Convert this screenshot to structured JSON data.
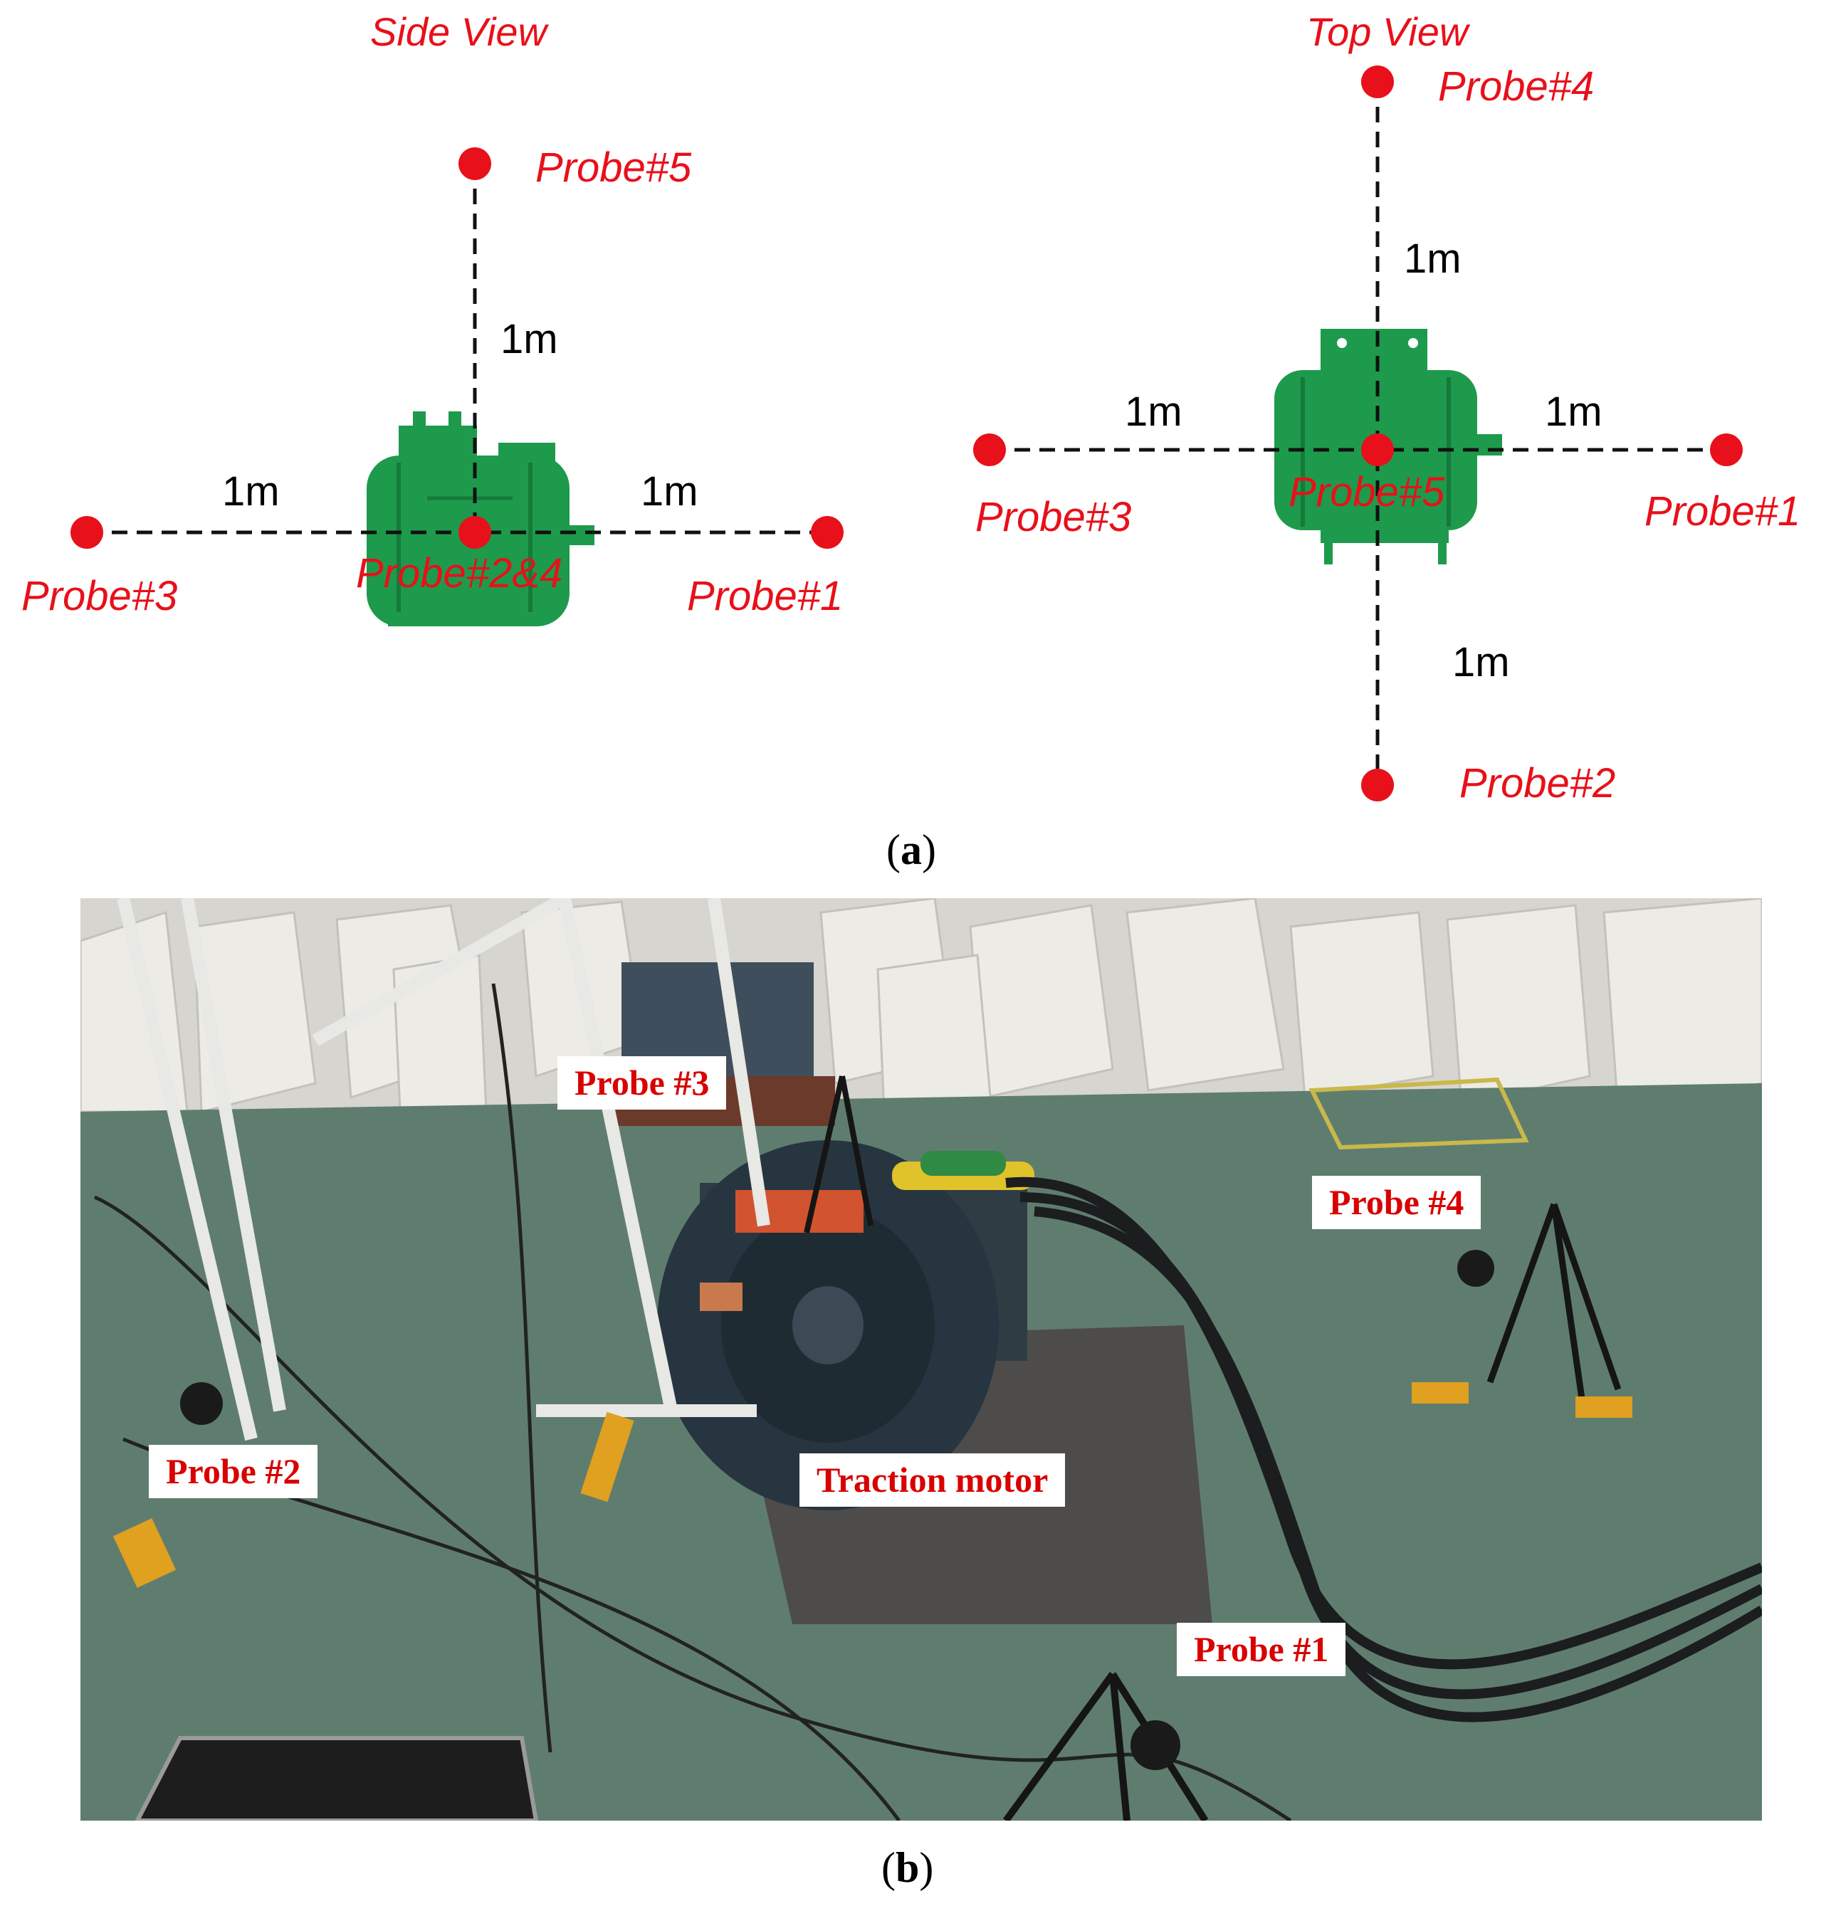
{
  "panel_a": {
    "side_view": {
      "title": "Side View",
      "probes": [
        "Probe#5",
        "Probe#3",
        "Probe#2&4",
        "Probe#1"
      ],
      "distances": [
        "1m",
        "1m",
        "1m"
      ]
    },
    "top_view": {
      "title": "Top View",
      "probes": [
        "Probe#4",
        "Probe#3",
        "Probe#5",
        "Probe#1",
        "Probe#2"
      ],
      "distances": [
        "1m",
        "1m",
        "1m",
        "1m"
      ]
    },
    "caption": "a"
  },
  "panel_b": {
    "callouts": [
      "Probe #3",
      "Probe #4",
      "Probe #2",
      "Traction motor",
      "Probe #1"
    ],
    "caption": "b"
  },
  "colors": {
    "probe_red": "#e8101a",
    "motor_green": "#1e9a4c",
    "floor_green": "#5d7a6c",
    "callout_red": "#d90000"
  }
}
